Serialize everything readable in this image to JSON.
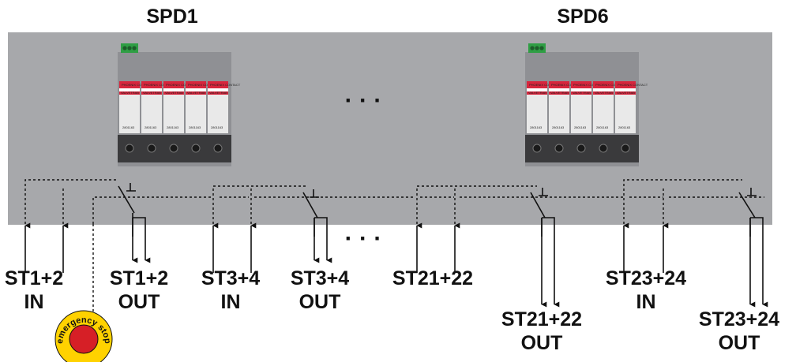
{
  "spds": [
    {
      "id": "spd1",
      "title": "SPD1",
      "brand_label": "PHOENIX CONTACT",
      "product_label": "VALVETRAB",
      "part_number": "2801163"
    },
    {
      "id": "spd6",
      "title": "SPD6",
      "brand_label": "PHOENIX CONTACT",
      "product_label": "VALVETRAB",
      "part_number": "2801163"
    }
  ],
  "ellipsis": "· · ·",
  "emergency_stop": {
    "label": "emergency stop"
  },
  "string_labels": [
    {
      "id": "st1-2-in",
      "line1": "ST1+2",
      "line2": "IN"
    },
    {
      "id": "st1-2-out",
      "line1": "ST1+2",
      "line2": "OUT"
    },
    {
      "id": "st3-4-in",
      "line1": "ST3+4",
      "line2": "IN"
    },
    {
      "id": "st3-4-out",
      "line1": "ST3+4",
      "line2": "OUT"
    },
    {
      "id": "st21-22",
      "line1": "ST21+22",
      "line2": ""
    },
    {
      "id": "st21-22-out",
      "line1": "ST21+22",
      "line2": "OUT"
    },
    {
      "id": "st23-24-in",
      "line1": "ST23+24",
      "line2": "IN"
    },
    {
      "id": "st23-24-out",
      "line1": "ST23+24",
      "line2": "OUT"
    }
  ],
  "colors": {
    "enclosure": "#a7a8ab",
    "module_red": "#d7263d",
    "module_body": "#e9e9e9",
    "terminal_green": "#2f9e44",
    "estop_red": "#d61f26",
    "estop_yellow": "#ffd200"
  }
}
